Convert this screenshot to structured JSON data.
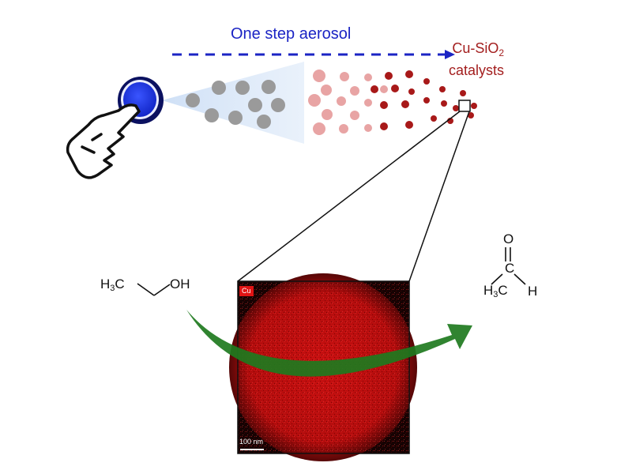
{
  "process_label": "One step aerosol",
  "product": {
    "name_prefix": "Cu-SiO",
    "name_subscript": "2",
    "name_suffix": "catalysts"
  },
  "micrograph": {
    "element_tag": "Cu",
    "scale_bar": "100 nm"
  },
  "reactant": {
    "left_group": "H",
    "left_sub": "3",
    "left_c": "C",
    "right_group": "OH"
  },
  "product_molecule": {
    "left_group": "H",
    "left_sub": "3",
    "left_c": "C",
    "right_group": "H",
    "top_atom": "O",
    "center_atom": "C"
  },
  "colors": {
    "process_arrow": "#1b24c4",
    "spray_button": "#1a2ff0",
    "gray_particle": "#9a9a9a",
    "pink_particle": "#e8a4a4",
    "red_particle": "#a81919",
    "reaction_arrow": "#1e7a1e",
    "micrograph_signal": "#d41414"
  }
}
